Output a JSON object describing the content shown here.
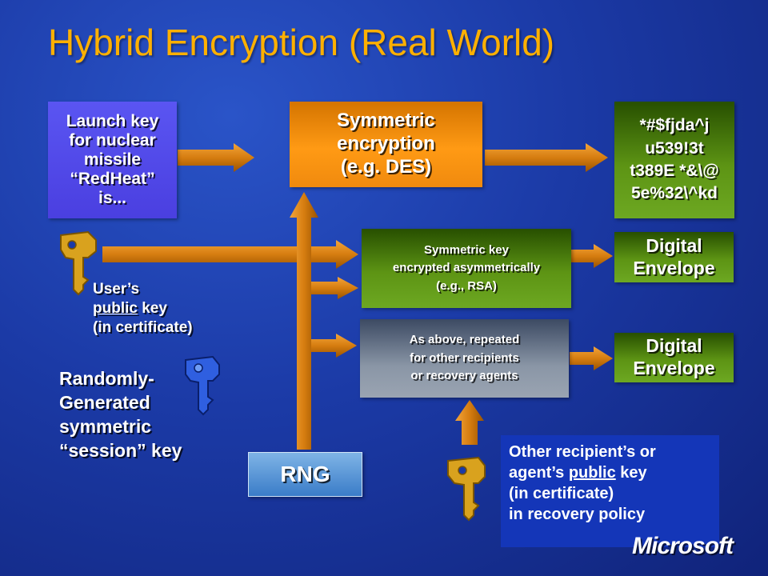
{
  "title": "Hybrid Encryption (Real World)",
  "launch_box": [
    "Launch key",
    "for nuclear",
    "missile",
    "“RedHeat”",
    "is..."
  ],
  "symmetric_box": [
    "Symmetric",
    "encryption",
    "(e.g. DES)"
  ],
  "cipher_box": [
    "*#$fjda^j",
    "u539!3t",
    "t389E *&\\@",
    "5e%32\\^kd"
  ],
  "sym_key_box": [
    "Symmetric key",
    "encrypted asymmetrically",
    "(e.g., RSA)"
  ],
  "repeat_box": [
    "As above, repeated",
    "for other recipients",
    "or recovery agents"
  ],
  "envelope_1": [
    "Digital",
    "Envelope"
  ],
  "envelope_2": [
    "Digital",
    "Envelope"
  ],
  "user_key": {
    "line1": "User’s",
    "line2_underlined": "public",
    "line2_rest": " key",
    "line3": "(in certificate)"
  },
  "session_key": [
    "Randomly-",
    "Generated",
    "symmetric",
    "“session” key"
  ],
  "rng": "RNG",
  "other_key": {
    "line1": "Other recipient’s or",
    "line2_start": "agent’s ",
    "line2_underlined": "public",
    "line2_rest": " key",
    "line3": "(in certificate)",
    "line4": "in recovery policy"
  },
  "logo": "Microsoft",
  "icons": [
    "key-gold-icon",
    "key-blue-icon",
    "key-gold-icon"
  ],
  "colors": {
    "title": "#ffb000",
    "arrow": "#e08a1a",
    "gold_key": "#d9a21e",
    "blue_key": "#2f5fe0"
  }
}
